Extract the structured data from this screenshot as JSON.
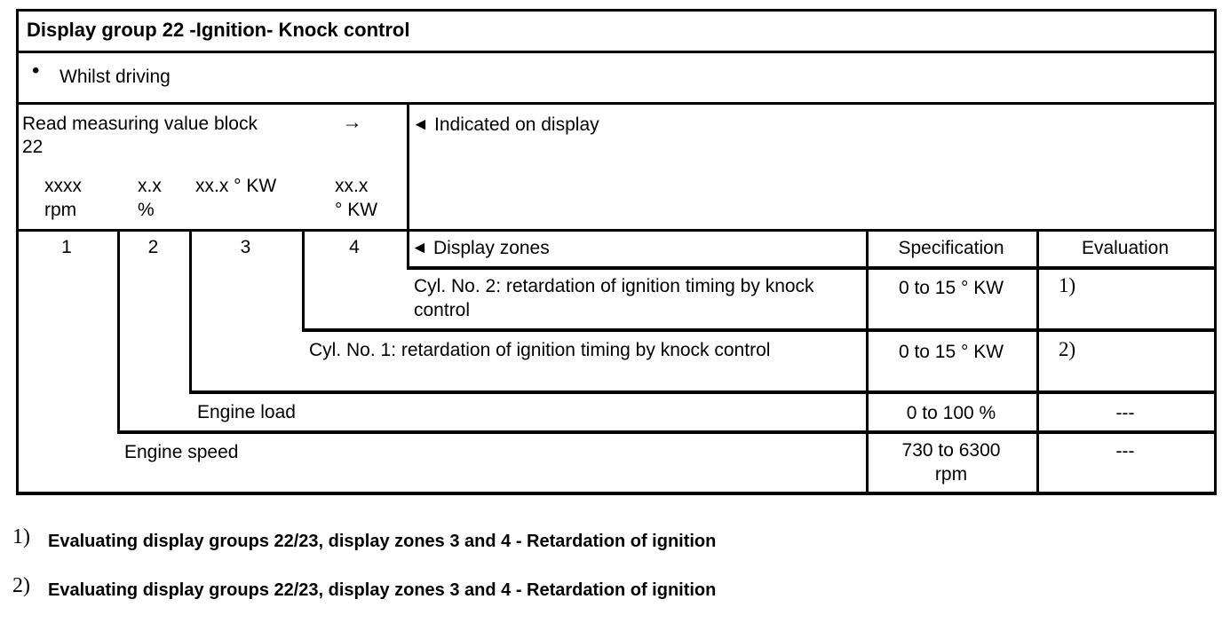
{
  "title": "Display group 22 -Ignition- Knock control",
  "condition": {
    "bullet": "•",
    "text": "Whilst driving"
  },
  "read_block": {
    "instruction": "Read measuring value block",
    "block_number": "22",
    "arrow": "→",
    "marker": "◄",
    "indicated_label": "Indicated on display",
    "display_values": [
      {
        "line1": "xxxx",
        "line2": "rpm"
      },
      {
        "line1": "x.x",
        "line2": "%"
      },
      {
        "line1": "xx.x ° KW",
        "line2": ""
      },
      {
        "line1": "xx.x",
        "line2": "° KW"
      }
    ]
  },
  "zones_header": {
    "marker": "◄",
    "label": "Display zones",
    "zone_numbers": [
      "1",
      "2",
      "3",
      "4"
    ],
    "specification": "Specification",
    "evaluation": "Evaluation"
  },
  "rows": [
    {
      "description": "Cyl. No. 2: retardation of ignition timing by knock control",
      "specification": "0 to 15 ° KW",
      "evaluation": "1)"
    },
    {
      "description": "Cyl. No. 1: retardation of ignition timing by knock control",
      "specification": "0 to 15 ° KW",
      "evaluation": "2)"
    },
    {
      "description": "Engine load",
      "specification": "0 to 100 %",
      "evaluation": "---"
    },
    {
      "description": "Engine speed",
      "specification": "730 to 6300 rpm",
      "evaluation": "---"
    }
  ],
  "footnotes": [
    {
      "marker": "1)",
      "text": "Evaluating display groups 22/23, display zones 3 and 4 - Retardation of ignition"
    },
    {
      "marker": "2)",
      "text": "Evaluating display groups 22/23, display zones 3 and 4 - Retardation of ignition"
    }
  ]
}
